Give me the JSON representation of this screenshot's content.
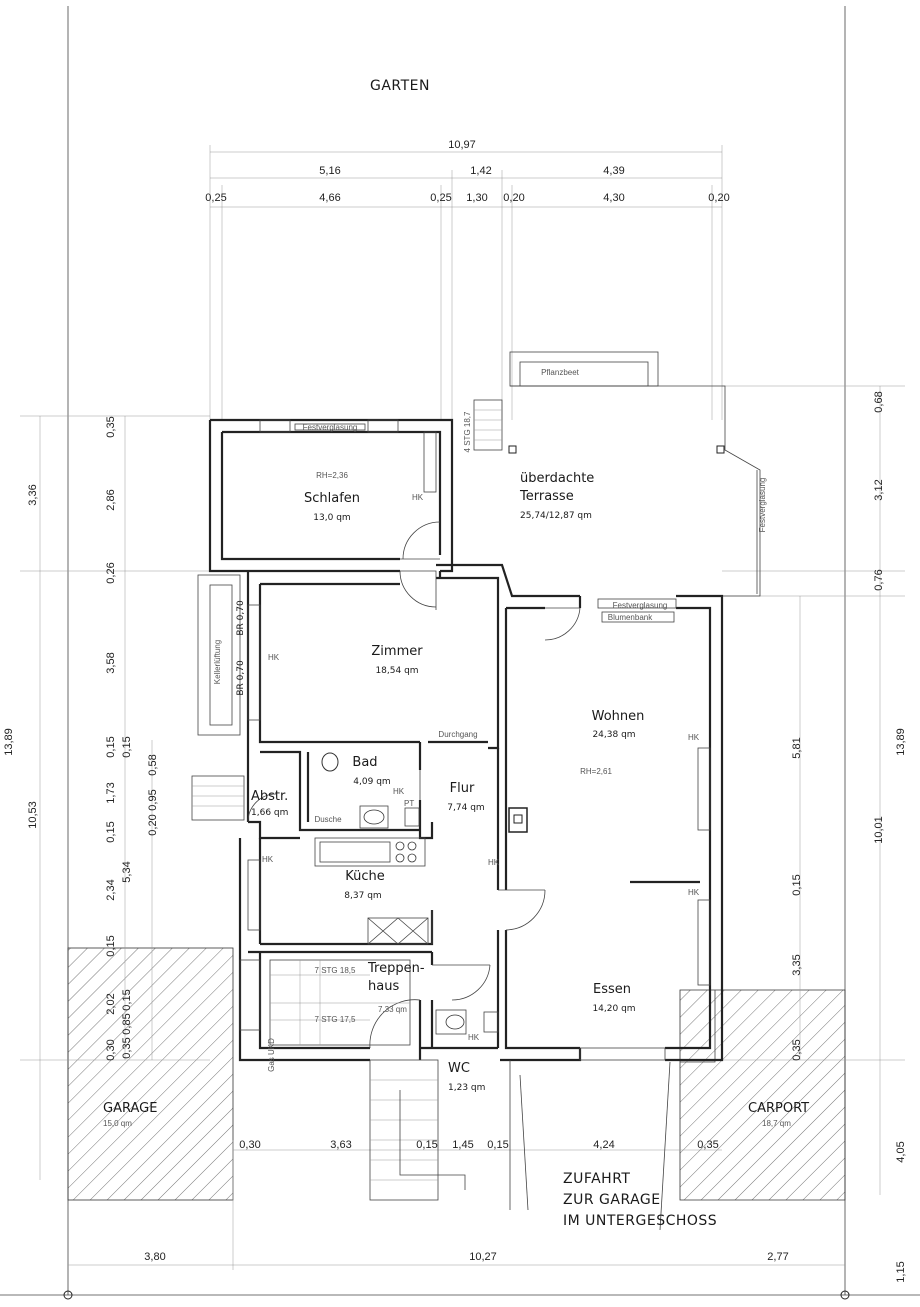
{
  "labels": {
    "garten": "GARTEN",
    "schlafen": "Schlafen",
    "schlafen_area": "13,0 qm",
    "schlafen_rh": "RH=2,36",
    "terrasse_line1": "überdachte",
    "terrasse_line2": "Terrasse",
    "terrasse_area": "25,74/12,87 qm",
    "pflanzbeet": "Pflanzbeet",
    "stg_top": "4 STG 18,7",
    "zimmer": "Zimmer",
    "zimmer_area": "18,54 qm",
    "festverglasung_top": "Festverglasung",
    "festverglasung_mid": "Festverglasung",
    "festverglasung_right": "Festverglasung",
    "blumenbank": "Blumenbank",
    "kellerlichtschacht": "Kellerlüftung",
    "br1": "BR 0,70",
    "br2": "BR 0,70",
    "durchgang": "Durchgang",
    "wohnen": "Wohnen",
    "wohnen_area": "24,38 qm",
    "rh_wohnen": "RH=2,61",
    "bad": "Bad",
    "bad_area": "4,09 qm",
    "dusche": "Dusche",
    "abstr": "Abstr.",
    "abstr_area": "1,66 qm",
    "flur": "Flur",
    "flur_area": "7,74 qm",
    "kueche": "Küche",
    "kueche_area": "8,37 qm",
    "treppen1": "Treppen-",
    "treppen2": "haus",
    "stg1": "7 STG 18,5",
    "stg2": "7 STG 17,5",
    "stg2_area": "7,33 qm",
    "essen": "Essen",
    "essen_area": "14,20 qm",
    "wc": "WC",
    "wc_area": "1,23 qm",
    "garage": "GARAGE",
    "garage_area": "15,0 qm",
    "carport": "CARPORT",
    "carport_area": "18,7 qm",
    "zufahrt1": "ZUFAHRT",
    "zufahrt2": "ZUR GARAGE",
    "zufahrt3": "IM UNTERGESCHOSS",
    "gas": "Gas UKD",
    "hk": "HK",
    "pt": "PT"
  },
  "dims_top": {
    "total": "10,97",
    "a": "5,16",
    "b": "1,42",
    "c": "4,39",
    "d1": "0,25",
    "d2": "4,66",
    "d3": "0,25",
    "d4": "1,30",
    "d5": "0,20",
    "d6": "4,30",
    "d7": "0,20"
  },
  "dims_bottom": {
    "b1": "0,30",
    "b2": "3,63",
    "b3": "0,15",
    "b4": "1,45",
    "b5": "0,15",
    "b6": "4,24",
    "b7": "0,35",
    "c1": "3,80",
    "c2": "10,27",
    "c3": "2,77"
  },
  "dims_left": {
    "outer_total": "13,89",
    "outer_a": "3,36",
    "outer_b": "10,53",
    "mid_a": "5,34",
    "i1": "0,35",
    "i2": "2,86",
    "i3": "0,26",
    "i4": "3,58",
    "i5": "0,15",
    "i6": "1,73",
    "i7": "0,15",
    "i8": "2,34",
    "i9": "0,15",
    "i10": "2,02",
    "i11": "0,30",
    "j1": "0,15",
    "j2": "0,58",
    "j3": "0,20",
    "j4": "0,95",
    "j5": "0,15",
    "j6": "0,85",
    "j7": "0,35"
  },
  "dims_right": {
    "r_total": "13,89",
    "r1": "0,68",
    "r2": "3,12",
    "r3": "0,76",
    "r4": "10,01",
    "r5": "5,81",
    "r6": "0,15",
    "r7": "3,35",
    "r8": "0,35",
    "r9": "4,05",
    "r10": "1,15"
  }
}
